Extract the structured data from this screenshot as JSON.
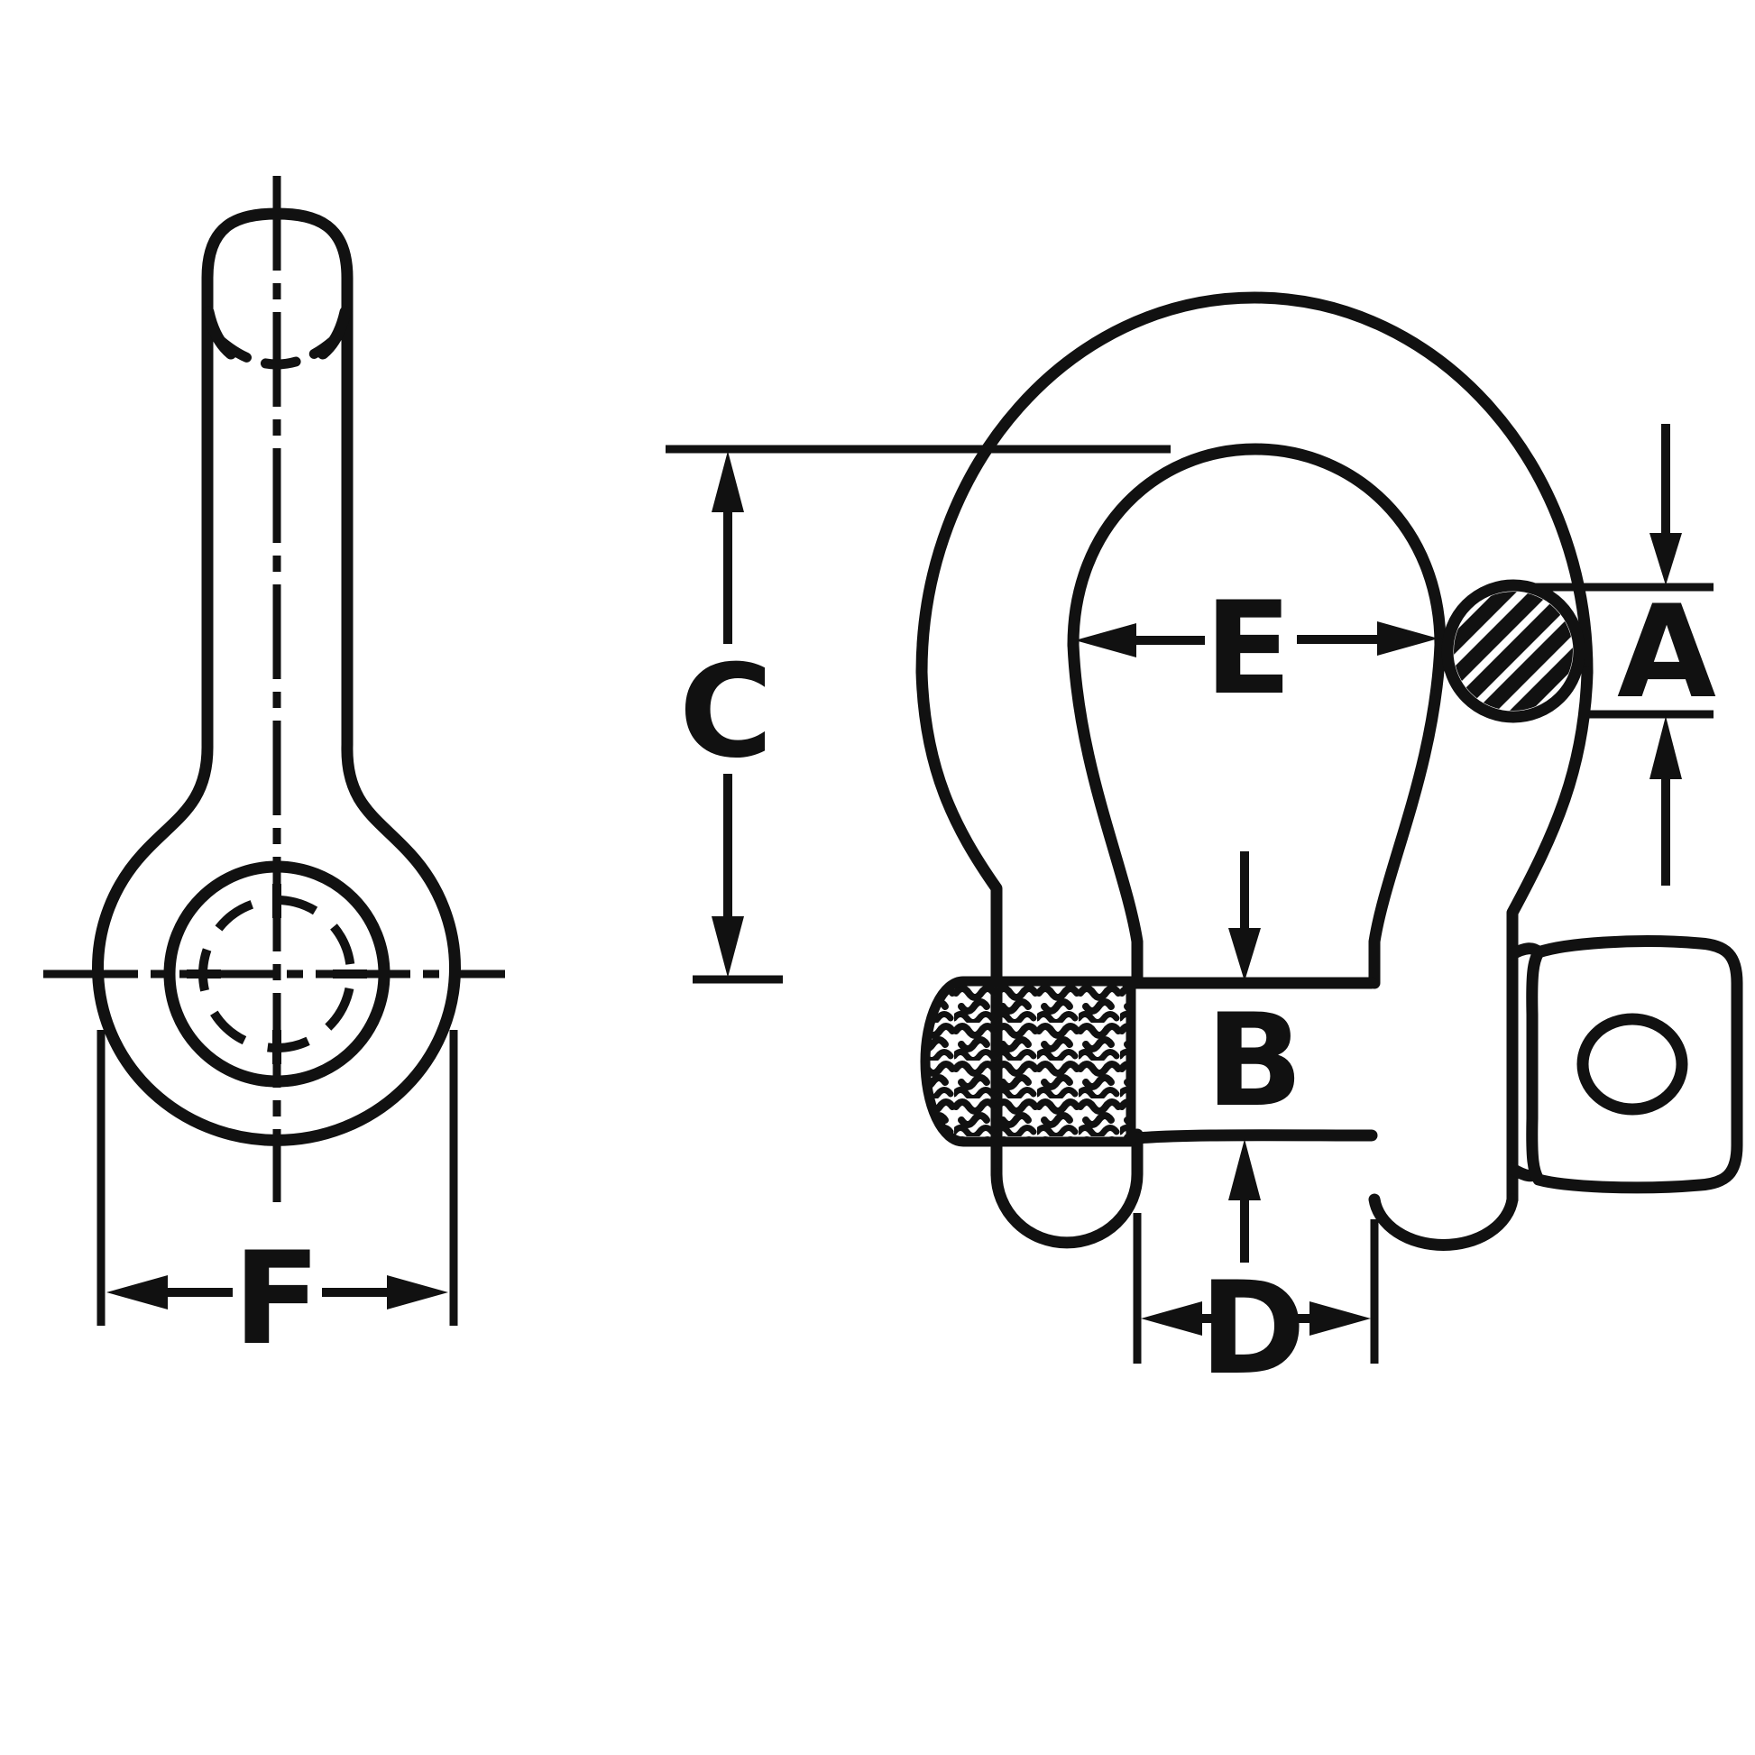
{
  "figure": {
    "kind": "technical line drawing",
    "subject": "screw-pin bow shackle, two orthographic views with dimension callouts",
    "background_color": "#ffffff",
    "line_color": "#111111"
  },
  "labels": {
    "a": "A",
    "b": "B",
    "c": "C",
    "d": "D",
    "e": "E",
    "f": "F"
  },
  "dimension_labels": [
    "A",
    "B",
    "C",
    "D",
    "E",
    "F"
  ]
}
